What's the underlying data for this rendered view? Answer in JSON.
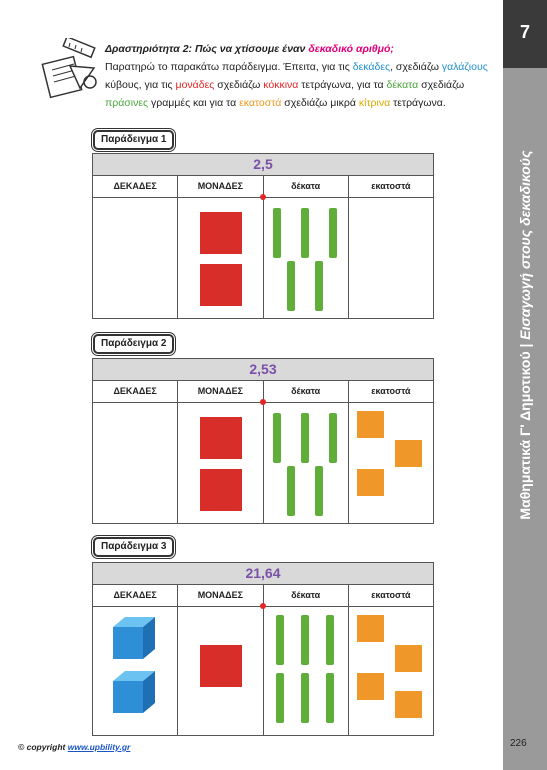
{
  "sidebar": {
    "chapter_number": "7",
    "title_main": "Μαθηματικά Γ' Δημοτικού | ",
    "title_sub": "Εισαγωγή στους δεκαδικούς"
  },
  "activity": {
    "title_prefix": "Δραστηριότητα 2: Πώς να χτίσουμε έναν ",
    "title_highlight": "δεκαδικό αριθμό;",
    "t1": "Παρατηρώ το παρακάτω παράδειγμα. Έπειτα, για τις ",
    "w_dekades": "δεκάδες",
    "t2": ", σχεδιάζω ",
    "w_galazious": "γαλάζιους",
    "t3": " κύβους, για τις ",
    "w_monades": "μονάδες",
    "t4": " σχεδιάζω ",
    "w_kokkina": "κόκκινα",
    "t5": " τετράγωνα, για τα ",
    "w_dekata": "δέκατα",
    "t6": " σχεδιάζω ",
    "w_prasines": "πράσινες",
    "t7": " γραμμές και για τα ",
    "w_ekatosta": "εκατοστά",
    "t8": " σχεδιάζω μικρά ",
    "w_kitrina": "κίτρινα",
    "t9": " τετράγωνα."
  },
  "columns": [
    "ΔΕΚΑΔΕΣ",
    "ΜΟΝΑΔΕΣ",
    "δέκατα",
    "εκατοστά"
  ],
  "examples": [
    {
      "label": "Παράδειγμα 1",
      "number": "2,5",
      "tens": 0,
      "units": 2,
      "tenths": 5,
      "hundredths": 0
    },
    {
      "label": "Παράδειγμα 2",
      "number": "2,53",
      "tens": 0,
      "units": 2,
      "tenths": 5,
      "hundredths": 3
    },
    {
      "label": "Παράδειγμα 3",
      "number": "21,64",
      "tens": 2,
      "units": 1,
      "tenths": 6,
      "hundredths": 4
    }
  ],
  "footer": {
    "copyright_prefix": "© copyright ",
    "link": "www.upbility.gr",
    "page_number": "226"
  },
  "colors": {
    "units": "#d72e2a",
    "tenths": "#5fae3a",
    "hundredths": "#f0972a",
    "tens": "#2f8fd6",
    "number": "#7b50a8"
  }
}
